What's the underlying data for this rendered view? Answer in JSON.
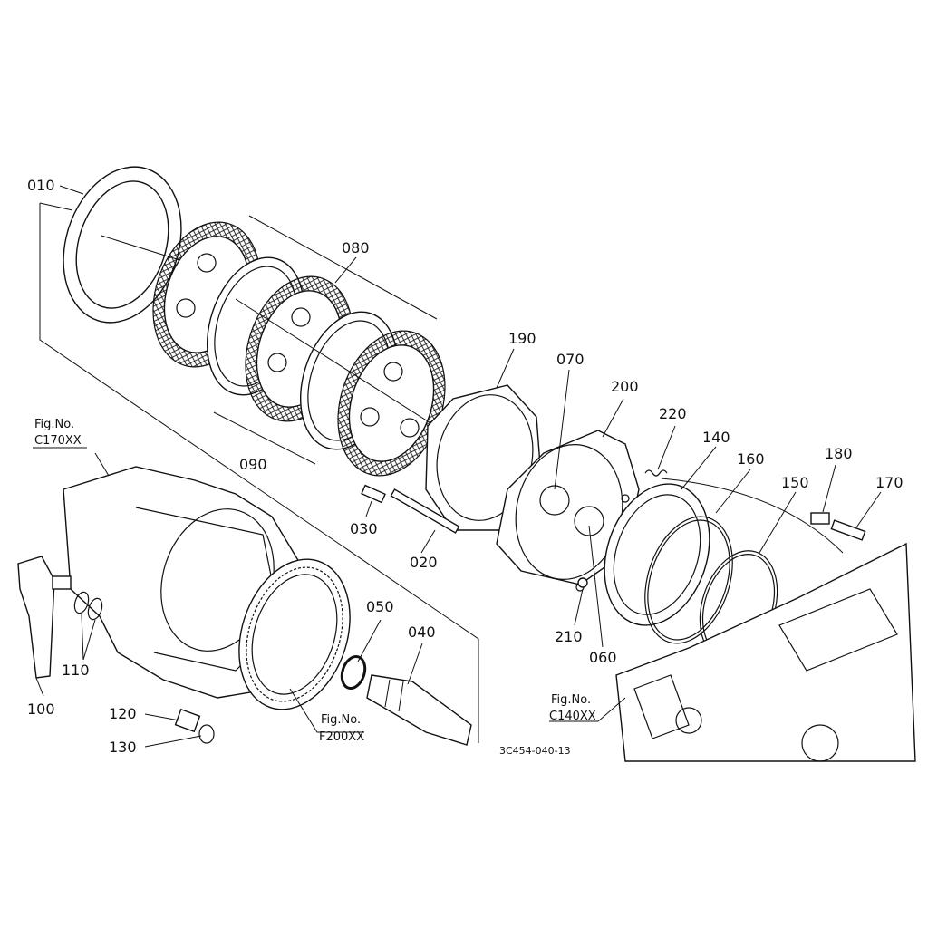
{
  "diagram": {
    "colors": {
      "ink": "#111111",
      "paper": "#ffffff"
    },
    "drawing_code": "3C454-040-13",
    "part_labels": [
      {
        "key": "p010",
        "text": "010"
      },
      {
        "key": "p080",
        "text": "080"
      },
      {
        "key": "p090",
        "text": "090"
      },
      {
        "key": "p190",
        "text": "190"
      },
      {
        "key": "p070",
        "text": "070"
      },
      {
        "key": "p200",
        "text": "200"
      },
      {
        "key": "p220",
        "text": "220"
      },
      {
        "key": "p140",
        "text": "140"
      },
      {
        "key": "p160",
        "text": "160"
      },
      {
        "key": "p180",
        "text": "180"
      },
      {
        "key": "p150",
        "text": "150"
      },
      {
        "key": "p170",
        "text": "170"
      },
      {
        "key": "p030",
        "text": "030"
      },
      {
        "key": "p020",
        "text": "020"
      },
      {
        "key": "p210",
        "text": "210"
      },
      {
        "key": "p060",
        "text": "060"
      },
      {
        "key": "p050",
        "text": "050"
      },
      {
        "key": "p040",
        "text": "040"
      },
      {
        "key": "p100",
        "text": "100"
      },
      {
        "key": "p110",
        "text": "110"
      },
      {
        "key": "p120",
        "text": "120"
      },
      {
        "key": "p130",
        "text": "130"
      }
    ],
    "fig_refs": {
      "c170": {
        "line1": "Fig.No.",
        "line2": "C170XX"
      },
      "f200": {
        "line1": "Fig.No.",
        "line2": "F200XX"
      },
      "c140": {
        "line1": "Fig.No.",
        "line2": "C140XX"
      }
    }
  }
}
